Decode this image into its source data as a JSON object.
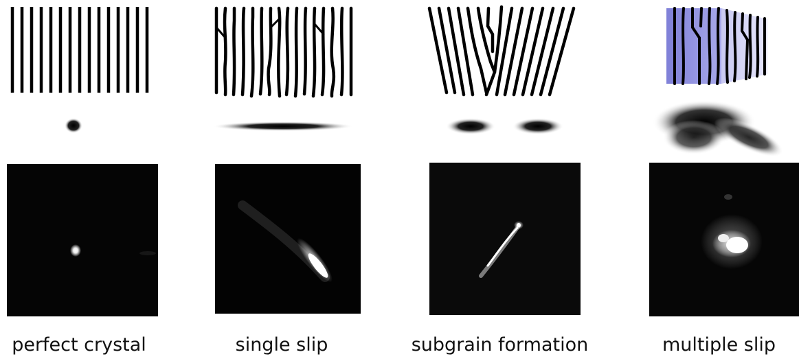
{
  "panels": [
    {
      "caption": "perfect crystal"
    },
    {
      "caption": "single slip"
    },
    {
      "caption": "subgrain formation"
    },
    {
      "caption": "multiple slip"
    }
  ]
}
